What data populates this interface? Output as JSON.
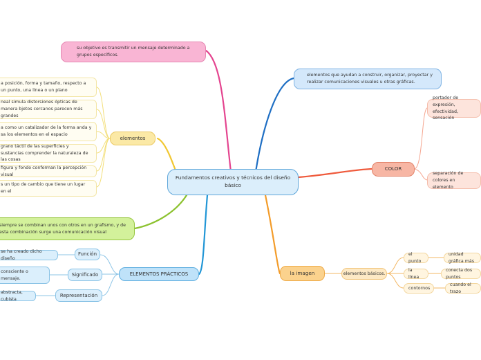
{
  "central": "Fundamentos creativos y técnicos del diseño básico",
  "pink_topic": "su objetivo es transmitir un mensaje determinado a grupos específicos.",
  "blue_topic": "elementos que ayudan a construir, organizar, proyectar y realizar comunicaciones visuales u otras gráficas.",
  "color": {
    "label": "COLOR",
    "items": [
      "portador de expresión, efectividad, sensación",
      "separación de colores en elemento"
    ]
  },
  "imagen": {
    "label": "la imagen",
    "basicos": "elementos básicos.",
    "items": [
      {
        "label": "el punto",
        "detail": "unidad gráfica más"
      },
      {
        "label": "la línea",
        "detail": "conecta dos puntos"
      },
      {
        "label": "contornos",
        "detail": "cuando el trazo"
      }
    ]
  },
  "elementos": {
    "label": "elementos",
    "items": [
      "a posición, forma y tamaño, respecto a un punto, una línea o un plano",
      "neal simula distorsiones ópticas de manera bjetos cercanos parecen más grandes",
      "a como un catalizador de la forma anda y sa los elementos en el espacio",
      "grano táctil de las superficies y sustancias comprender la naturaleza de las cosas",
      "figura y fondo conforman la percepción visual",
      "s un tipo de cambio que tiene un lugar en el"
    ]
  },
  "green_topic": "siempre se combinan unos con otros en un grafismo, y de esta combinación surge una comunicación visual",
  "practicos": {
    "label": "ELEMENTOS  PRÁCTICOS",
    "funcion": {
      "label": "Función",
      "detail": "se ha creado dicho diseño"
    },
    "significado": {
      "label": "Significado",
      "detail": "consciente o mensaje."
    },
    "representacion": {
      "label": "Representación",
      "detail": "abstracta, cubista"
    }
  },
  "colors": {
    "pink": "#e4448f",
    "blue": "#1f6fc4",
    "salmon": "#ef5a3c",
    "yellow": "#f1c732",
    "green": "#8cc22f",
    "cyan": "#2196d6",
    "orange": "#f39c2a"
  }
}
